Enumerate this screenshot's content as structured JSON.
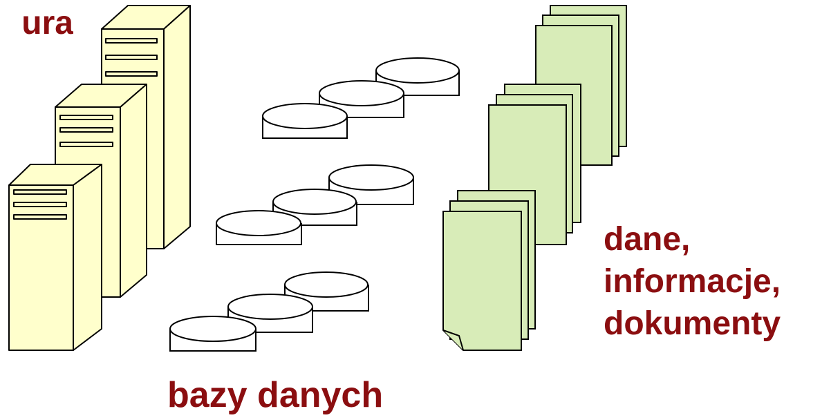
{
  "labels": {
    "infrastructure": "ura",
    "databases": "bazy danych",
    "data_line_1": "dane,",
    "data_line_2": "informacje,",
    "data_line_3": "dokumenty"
  },
  "colors": {
    "label_text": "#8b0e10",
    "server_fill": "#ffffcc",
    "server_side_fill": "#ffffcc",
    "document_fill": "#d8ecb8",
    "outline": "#000000"
  },
  "icons": {
    "servers": "server-tower-icon",
    "databases": "database-disk-icon",
    "documents": "document-stack-icon"
  }
}
